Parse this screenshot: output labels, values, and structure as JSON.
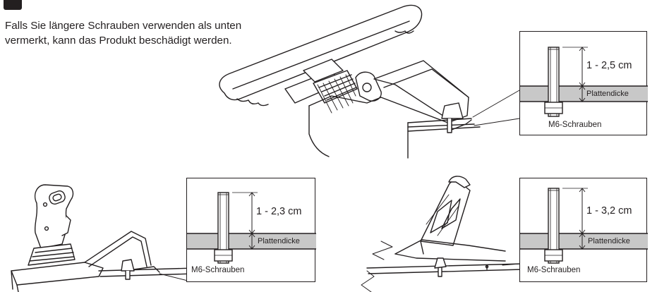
{
  "note": {
    "line1": "Falls Sie längere Schrauben verwenden als unten",
    "line2": "vermerkt, kann das Produkt beschädigt werden."
  },
  "callouts": [
    {
      "length": "1 - 2,5 cm",
      "thickness": "Plattendicke",
      "screw": "M6-Schrauben"
    },
    {
      "length": "1 - 2,3 cm",
      "thickness": "Plattendicke",
      "screw": "M6-Schrauben"
    },
    {
      "length": "1 - 3,2 cm",
      "thickness": "Plattendicke",
      "screw": "M6-Schrauben"
    }
  ],
  "colors": {
    "ink": "#231f20",
    "plate": "#c8c8c8"
  }
}
